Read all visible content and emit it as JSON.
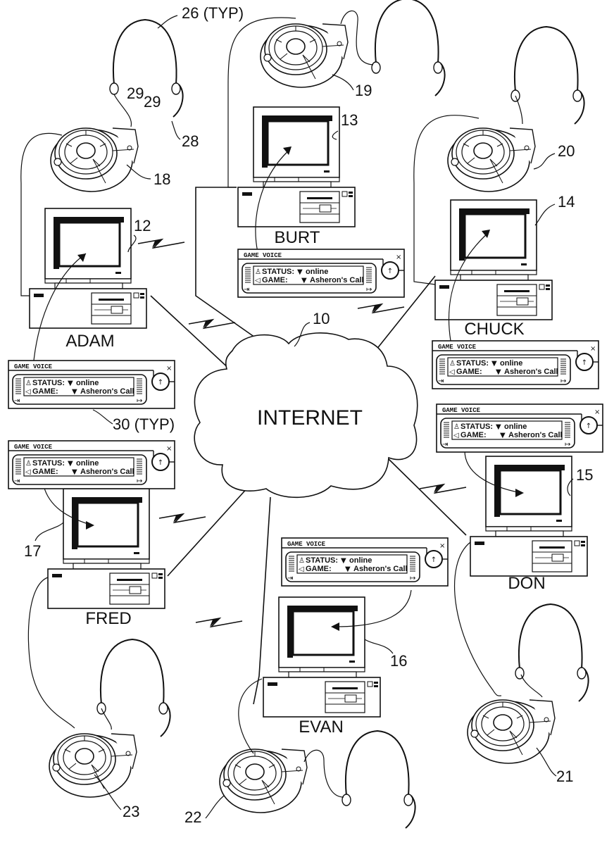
{
  "network": {
    "label": "INTERNET",
    "ref": "10"
  },
  "game_voice_window": {
    "title": "GAME VOICE",
    "minimize_glyph": "_",
    "close_glyph": "×",
    "status_label": "STATUS:",
    "status_value": "online",
    "game_label": "GAME:",
    "game_value": "Asheron's Call",
    "talk_button_glyph": "↑",
    "left_icon_glyph": "⇥",
    "right_icon_glyph": "↦",
    "ref_label": "30 (TYP)"
  },
  "headset": {
    "ref_label": "26 (TYP)",
    "earpiece_ref": "29",
    "mic_ref": "28"
  },
  "stations": [
    {
      "name": "ADAM",
      "computer_ref": "12",
      "device_ref": "18"
    },
    {
      "name": "BURT",
      "computer_ref": "13",
      "device_ref": "19"
    },
    {
      "name": "CHUCK",
      "computer_ref": "14",
      "device_ref": "20"
    },
    {
      "name": "DON",
      "computer_ref": "15",
      "device_ref": "21"
    },
    {
      "name": "EVAN",
      "computer_ref": "16",
      "device_ref": "22"
    },
    {
      "name": "FRED",
      "computer_ref": "17",
      "device_ref": "23"
    }
  ]
}
